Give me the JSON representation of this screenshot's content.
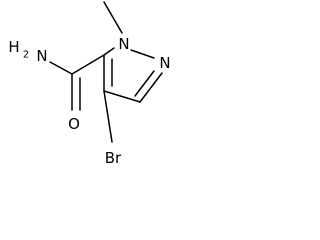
{
  "molecule": {
    "atoms": {
      "amine_n": "N",
      "amine_h": "H",
      "amine_h_count": "2",
      "ring_n1": "N",
      "ring_n2": "N",
      "carbonyl_o": "O",
      "bromine": "Br"
    },
    "bonds": {
      "methyl": "single",
      "n1_n2": "single",
      "n2_c3": "double",
      "c3_c4": "single",
      "c4_c5": "double",
      "c5_n1": "single",
      "c4_br": "single",
      "c5_amide_c": "single",
      "amide_c_o": "double",
      "amide_c_n": "single"
    }
  }
}
